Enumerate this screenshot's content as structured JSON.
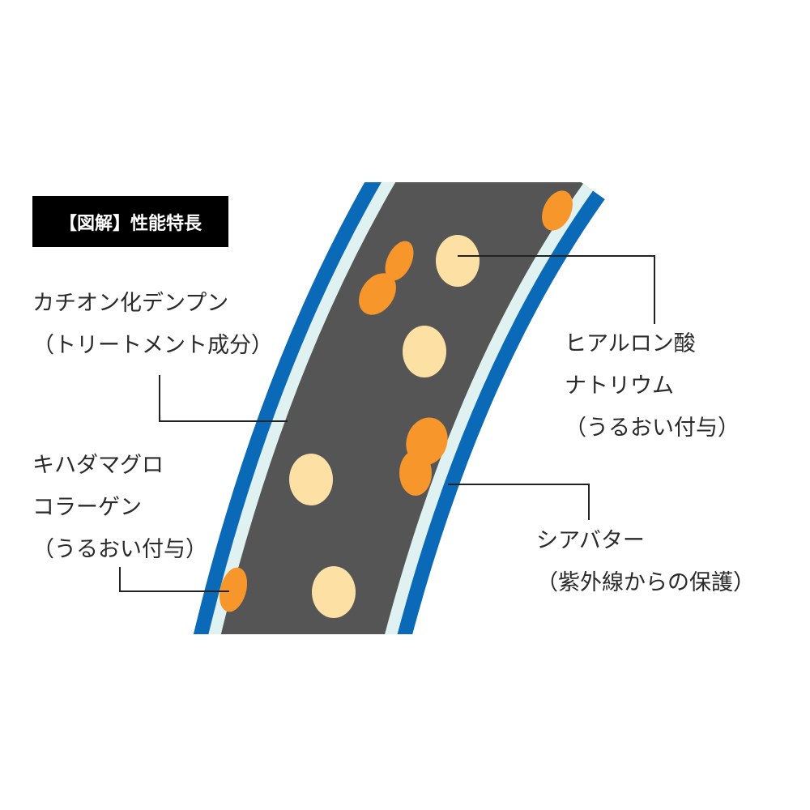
{
  "title": "【図解】性能特長",
  "labels": {
    "cationic_starch": [
      "カチオン化デンプン",
      "（トリートメント成分）"
    ],
    "tuna_collagen": [
      "キハダマグロ",
      "コラーゲン",
      "（うるおい付与）"
    ],
    "hyaluronic": [
      "ヒアルロン酸",
      "ナトリウム",
      "（うるおい付与）"
    ],
    "shea_butter": [
      "シアバター",
      "（紫外線からの保護）"
    ]
  },
  "colors": {
    "cuticle_blue": "#0a6ab8",
    "inner_light": "#dff1f1",
    "core_gray": "#555555",
    "orange": "#f7962b",
    "cream": "#fde0a4"
  }
}
